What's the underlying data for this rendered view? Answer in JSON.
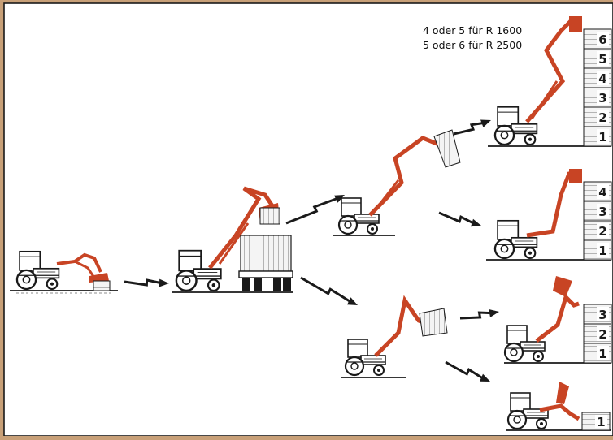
{
  "caption": {
    "line1": "4 oder 5 für R 1600",
    "line2": "5 oder 6 für R 2500"
  },
  "stack_labels": {
    "stack_a": [
      "1",
      "2",
      "3",
      "4",
      "5",
      "6"
    ],
    "stack_b": [
      "1",
      "2",
      "3",
      "4"
    ],
    "stack_c": [
      "1",
      "2",
      "3"
    ],
    "stack_d": [
      "1"
    ]
  },
  "colors": {
    "frame": "#c8a078",
    "paper": "#ffffff",
    "loader": "#c84424",
    "ink": "#1a1a1a",
    "bale_fill": "#f3f3f3"
  }
}
